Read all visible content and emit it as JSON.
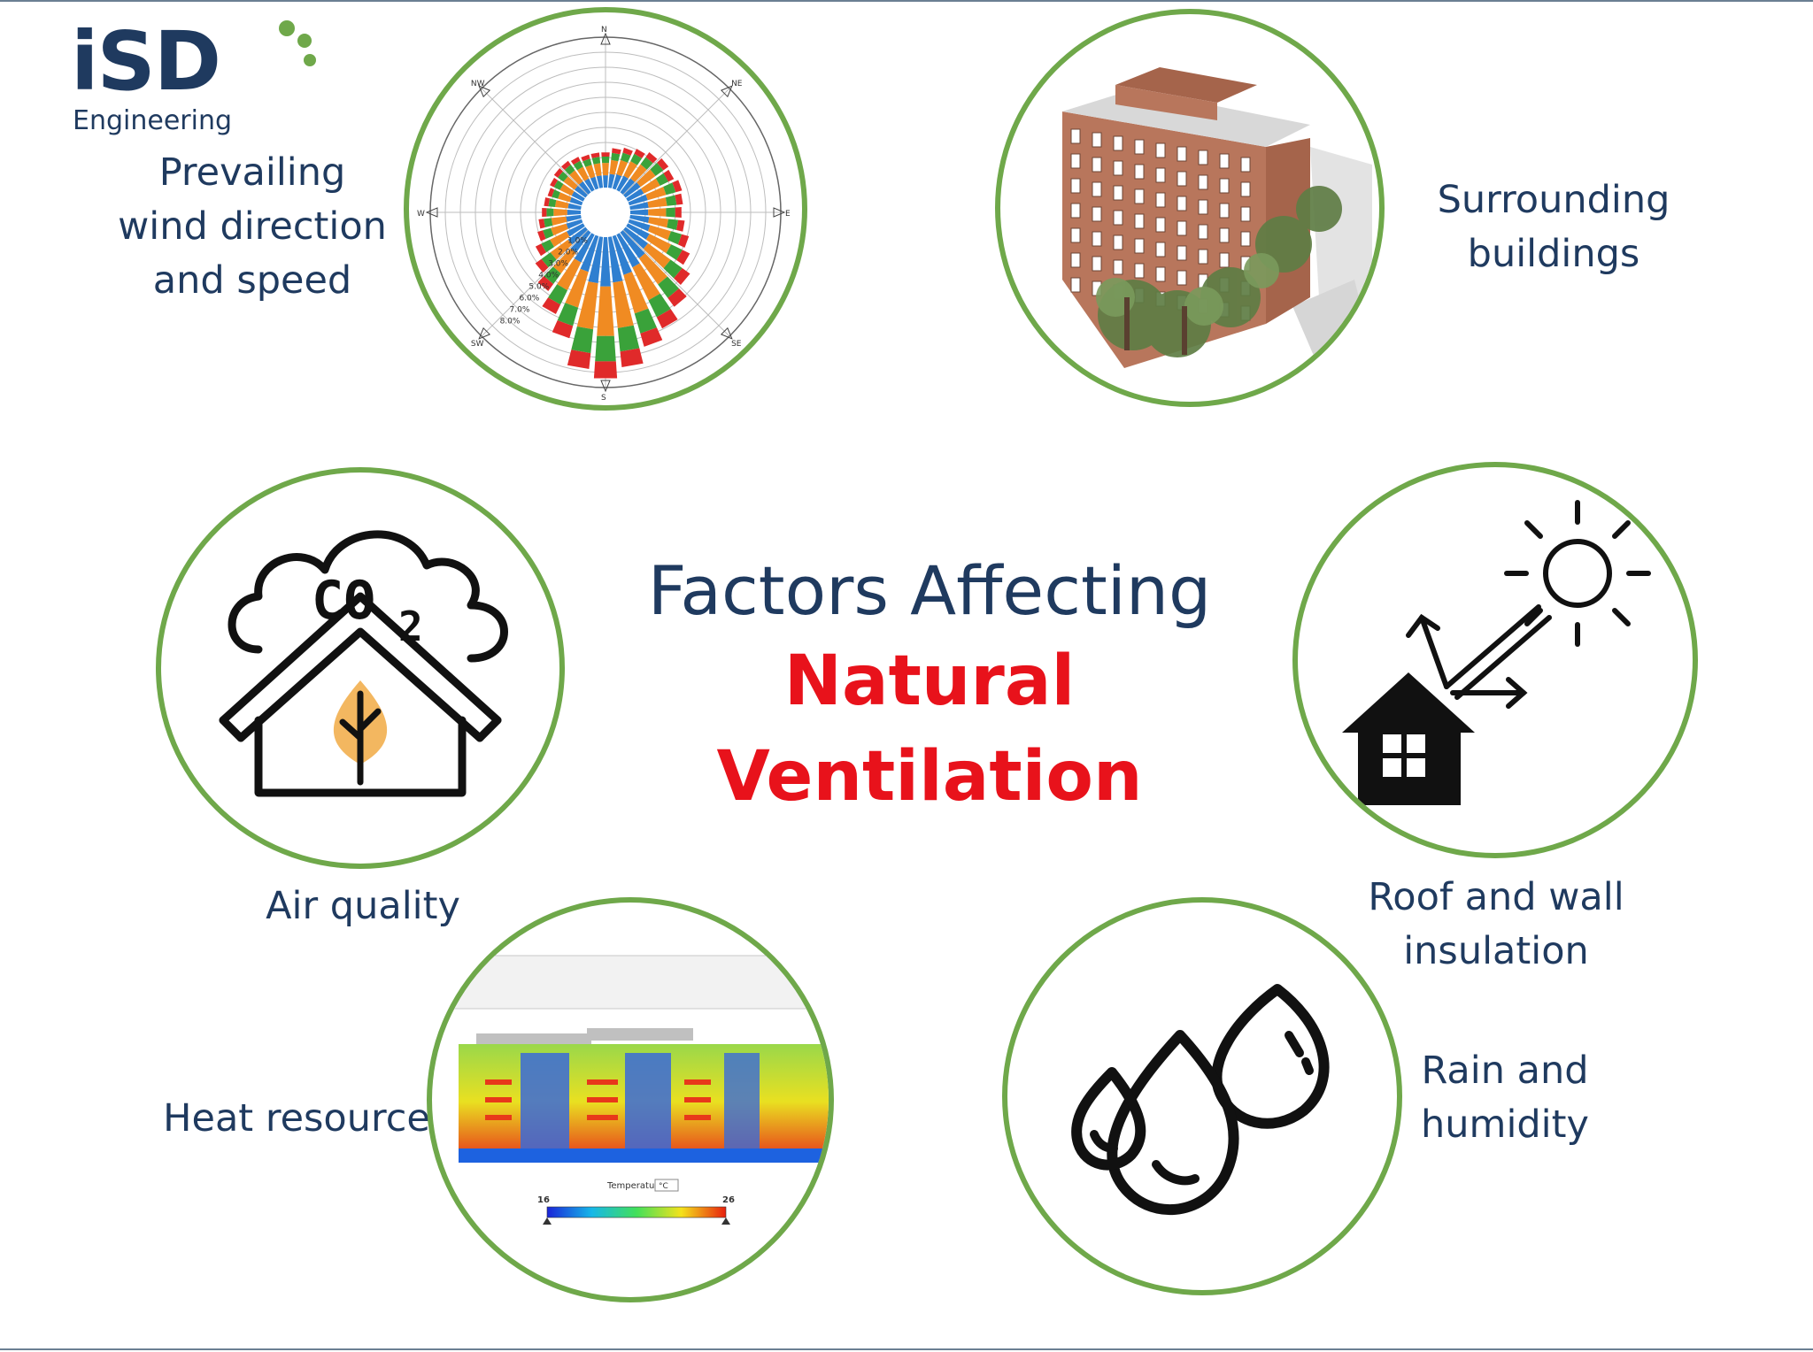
{
  "logo": {
    "main": "iSD",
    "sub": "Engineering"
  },
  "title": {
    "line1": "Factors Affecting",
    "line2": "Natural",
    "line3": "Ventilation"
  },
  "factors": {
    "wind": "Prevailing\nwind direction\nand speed",
    "buildings": "Surrounding\nbuildings",
    "air": "Air quality",
    "insulation": "Roof and wall\ninsulation",
    "heat": "Heat resource",
    "rain": "Rain and\nhumidity"
  },
  "wind_rose": {
    "directions": [
      "N",
      "NE",
      "E",
      "SE",
      "S",
      "SW",
      "W",
      "NW"
    ],
    "rings": [
      "1.0%",
      "2.0%",
      "3.0%",
      "4.0%",
      "5.0%",
      "6.0%",
      "7.0%",
      "8.0%"
    ]
  },
  "co2": {
    "text": "CO",
    "sub": "2"
  },
  "cfd": {
    "legend_title": "Temperature",
    "unit": "°C",
    "min": "16",
    "max": "26"
  },
  "colors": {
    "accent": "#6fa84a",
    "navy": "#1f3a5f",
    "red": "#e8121b"
  }
}
